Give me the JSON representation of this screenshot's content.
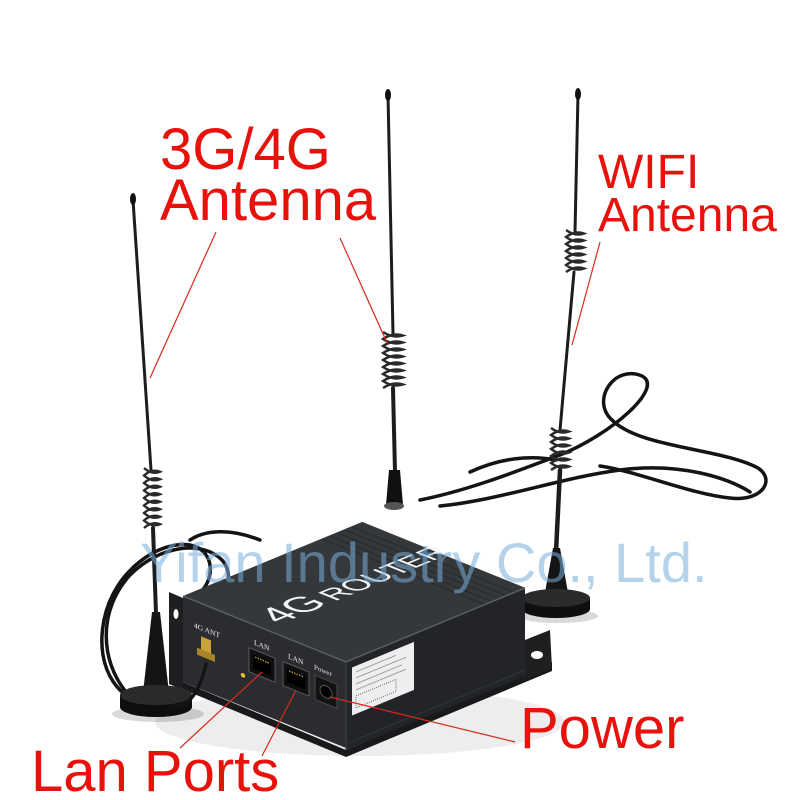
{
  "callouts": {
    "cellular_antenna": {
      "line1": "3G/4G",
      "line2": "Antenna"
    },
    "wifi_antenna": {
      "line1": "WIFI",
      "line2": "Antenna"
    },
    "power": "Power",
    "lan_ports": "Lan Ports"
  },
  "watermark": "Yifan Industry Co., Ltd.",
  "device": {
    "top_label_main": "4G",
    "top_label_sub": "ROUTER",
    "ant_port_label": "4G ANT",
    "lan_port_1_label": "LAN",
    "lan_port_2_label": "LAN",
    "power_port_label": "Power"
  },
  "colors": {
    "callout_text": "#e8120c",
    "callout_line": "#d62a1e",
    "watermark": "#7aaedc",
    "device_body": "#2c2e31",
    "connector_gold": "#c9a23a"
  }
}
